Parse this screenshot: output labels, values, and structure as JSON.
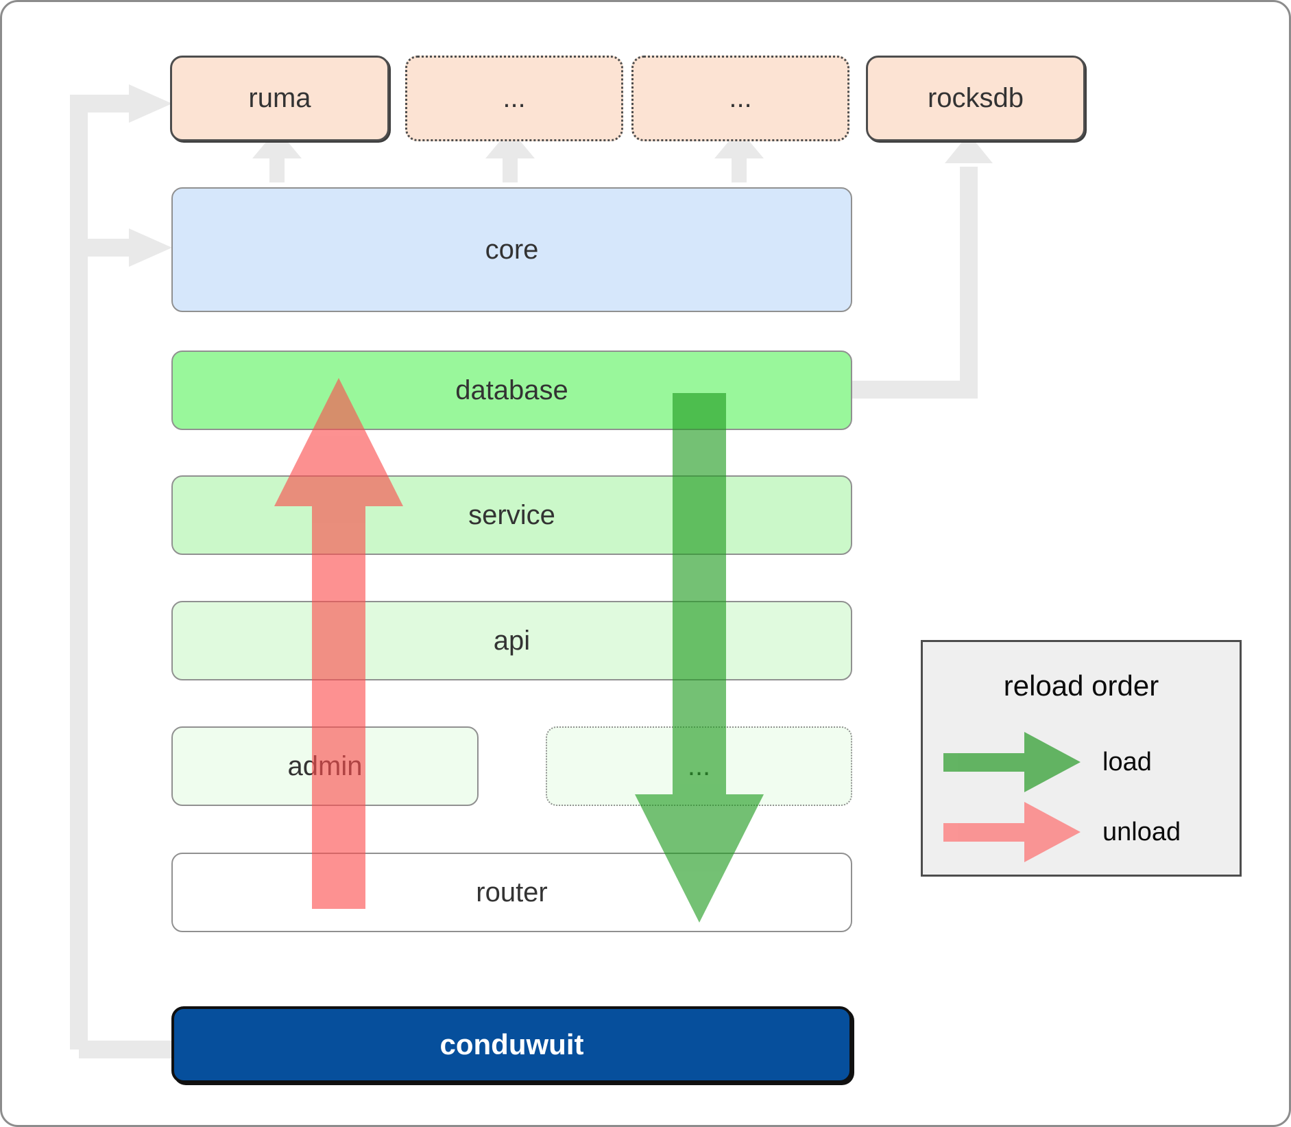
{
  "diagram": {
    "title": "conduwuit crate architecture / reload order",
    "dependencies": [
      {
        "label": "ruma",
        "style": "solid"
      },
      {
        "label": "...",
        "style": "dotted"
      },
      {
        "label": "...",
        "style": "dotted"
      },
      {
        "label": "rocksdb",
        "style": "solid"
      }
    ],
    "layers": [
      {
        "label": "core",
        "color": "#d6e7fb",
        "style": "solid"
      },
      {
        "label": "database",
        "color": "#99f79b",
        "style": "solid"
      },
      {
        "label": "service",
        "color": "#cbf8c9",
        "style": "solid"
      },
      {
        "label": "api",
        "color": "#e0fade",
        "style": "solid"
      },
      {
        "label": "admin",
        "color": "#effdee",
        "style": "solid"
      },
      {
        "label": "...",
        "color": "#f1fdf0",
        "style": "dotted"
      },
      {
        "label": "router",
        "color": "#ffffff",
        "style": "solid"
      }
    ],
    "root": {
      "label": "conduwuit",
      "color": "#064f9c"
    }
  },
  "legend": {
    "title": "reload order",
    "items": [
      {
        "label": "load",
        "color": "#5aad5a"
      },
      {
        "label": "unload",
        "color": "#fb8585"
      }
    ]
  },
  "colors": {
    "dependency_fill": "#fce3d3",
    "connector_gray": "#e9e9e9",
    "load_green": "#4aa94a",
    "unload_red": "#fb7d7d",
    "root_blue": "#064f9c",
    "frame_border": "#8c8c8c"
  }
}
